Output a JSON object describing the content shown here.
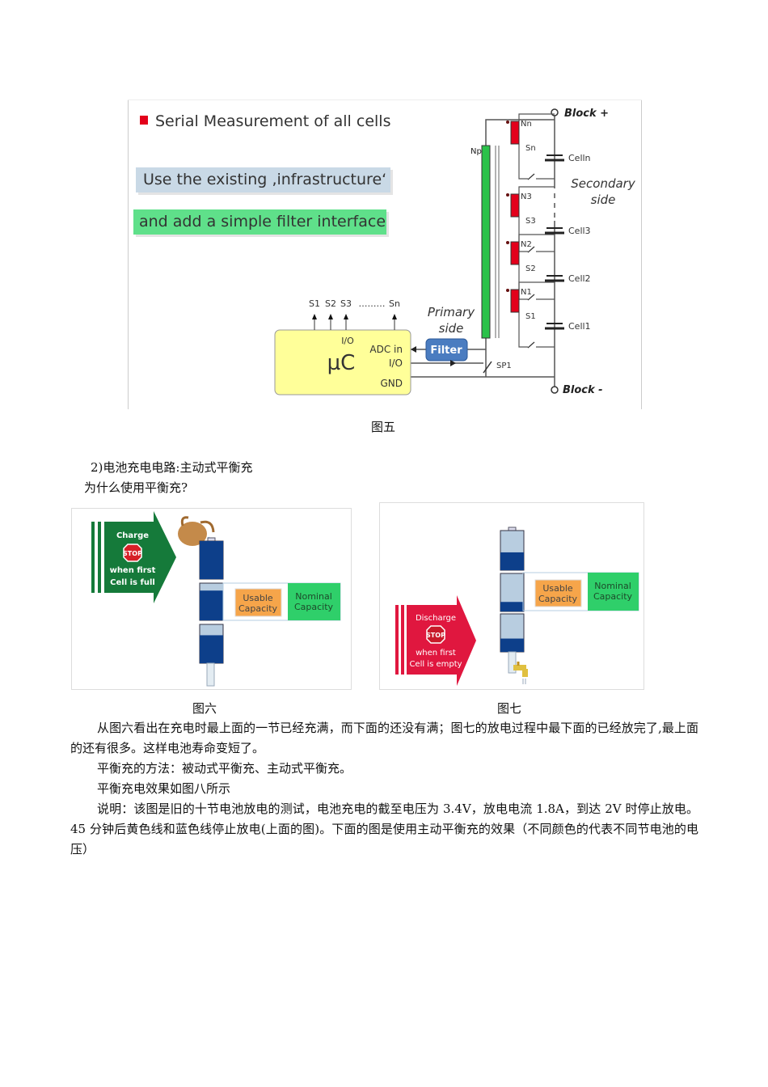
{
  "figure5": {
    "title": "Serial Measurement of all cells",
    "box1": "Use the existing ‚infrastructure‘",
    "box2": "and add a simple filter interface",
    "block_plus": "Block +",
    "block_minus": "Block -",
    "np": "Np",
    "secondary1": "Secondary",
    "secondary2": "side",
    "primary1": "Primary",
    "primary2": "side",
    "filter": "Filter",
    "uc": "µC",
    "io_top": "I/O",
    "adc_in": "ADC in",
    "io": "I/O",
    "gnd": "GND",
    "sp1": "SP1",
    "switch_labels": [
      "S1",
      "S2",
      "S3",
      "………",
      "Sn"
    ],
    "cells": [
      {
        "cell": "Celln",
        "n": "Nn",
        "s": "Sn"
      },
      {
        "cell": "Cell3",
        "n": "N3",
        "s": "S3"
      },
      {
        "cell": "Cell2",
        "n": "N2",
        "s": "S2"
      },
      {
        "cell": "Cell1",
        "n": "N1",
        "s": "S1"
      }
    ],
    "caption": "图五"
  },
  "section_heading": "2)电池充电电路:主动式平衡充",
  "section_question": "为什么使用平衡充?",
  "figure6": {
    "arrow1": "Charge",
    "stop": "STOP",
    "arrow2": "when first",
    "arrow3": "Cell is full",
    "usable1": "Usable",
    "usable2": "Capacity",
    "nominal1": "Nominal",
    "nominal2": "Capacity",
    "caption": "图六"
  },
  "figure7": {
    "arrow1": "Discharge",
    "stop": "STOP",
    "arrow2": "when first",
    "arrow3": "Cell is empty",
    "usable1": "Usable",
    "usable2": "Capacity",
    "nominal1": "Nominal",
    "nominal2": "Capacity",
    "caption": "图七"
  },
  "paragraphs": [
    "从图六看出在充电时最上面的一节已经充满，而下面的还没有满；图七的放电过程中最下面的已经放完了,最上面的还有很多。这样电池寿命变短了。",
    "平衡充的方法：被动式平衡充、主动式平衡充。",
    "平衡充电效果如图八所示",
    "说明：该图是旧的十节电池放电的测试，电池充电的截至电压为 3.4V，放电电流 1.8A，到达 2V 时停止放电。 45 分钟后黄色线和蓝色线停止放电(上面的图)。下面的图是使用主动平衡充的效果（不同颜色的代表不同节电池的电压）"
  ],
  "colors": {
    "red": "#e3001b",
    "green_bar": "#2bc24a",
    "orange": "#f6a54a",
    "nominal_green": "#2fcf6a",
    "battery_blue": "#0d3f8a",
    "charge_green": "#157a3a",
    "discharge_red": "#e0173f"
  }
}
